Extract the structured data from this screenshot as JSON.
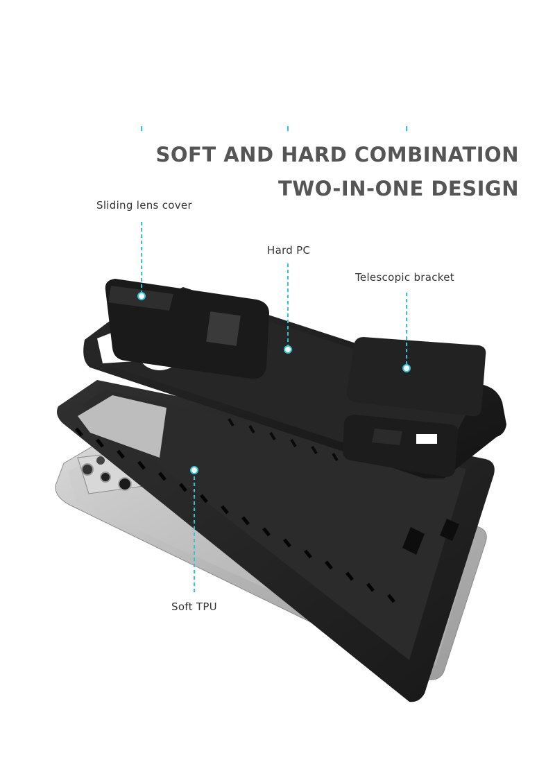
{
  "headline": {
    "line1": "SOFT AND HARD COMBINATION",
    "line2": "TWO-IN-ONE DESIGN"
  },
  "callouts": {
    "sliding_lens_cover": "Sliding lens cover",
    "hard_pc": "Hard PC",
    "telescopic_bracket": "Telescopic bracket",
    "soft_tpu": "Soft TPU"
  },
  "colors": {
    "accent": "#2ec4d6",
    "heading": "#555555",
    "label": "#333333",
    "case_black": "#1b1b1b",
    "phone_silver": "#b8b8b8"
  }
}
